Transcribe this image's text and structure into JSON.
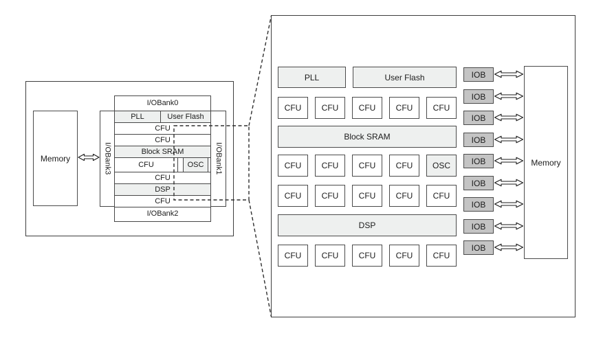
{
  "overview": {
    "memory": "Memory",
    "bank0": "I/OBank0",
    "bank1": "I/OBank1",
    "bank2": "I/OBank2",
    "bank3": "I/OBank3",
    "pll": "PLL",
    "user_flash": "User Flash",
    "cfu": "CFU",
    "block_sram": "Block SRAM",
    "osc": "OSC",
    "dsp": "DSP"
  },
  "detail": {
    "pll": "PLL",
    "user_flash": "User Flash",
    "cfu": "CFU",
    "block_sram": "Block SRAM",
    "osc": "OSC",
    "dsp": "DSP",
    "iob": "IOB",
    "iob_count": 9,
    "memory": "Memory"
  },
  "colors": {
    "background": "#ffffff",
    "border": "#4a4a4a",
    "light_block_fill": "#eef0ef",
    "iob_fill": "#c4c4c4",
    "dashed_line": "#2e2e2e"
  }
}
